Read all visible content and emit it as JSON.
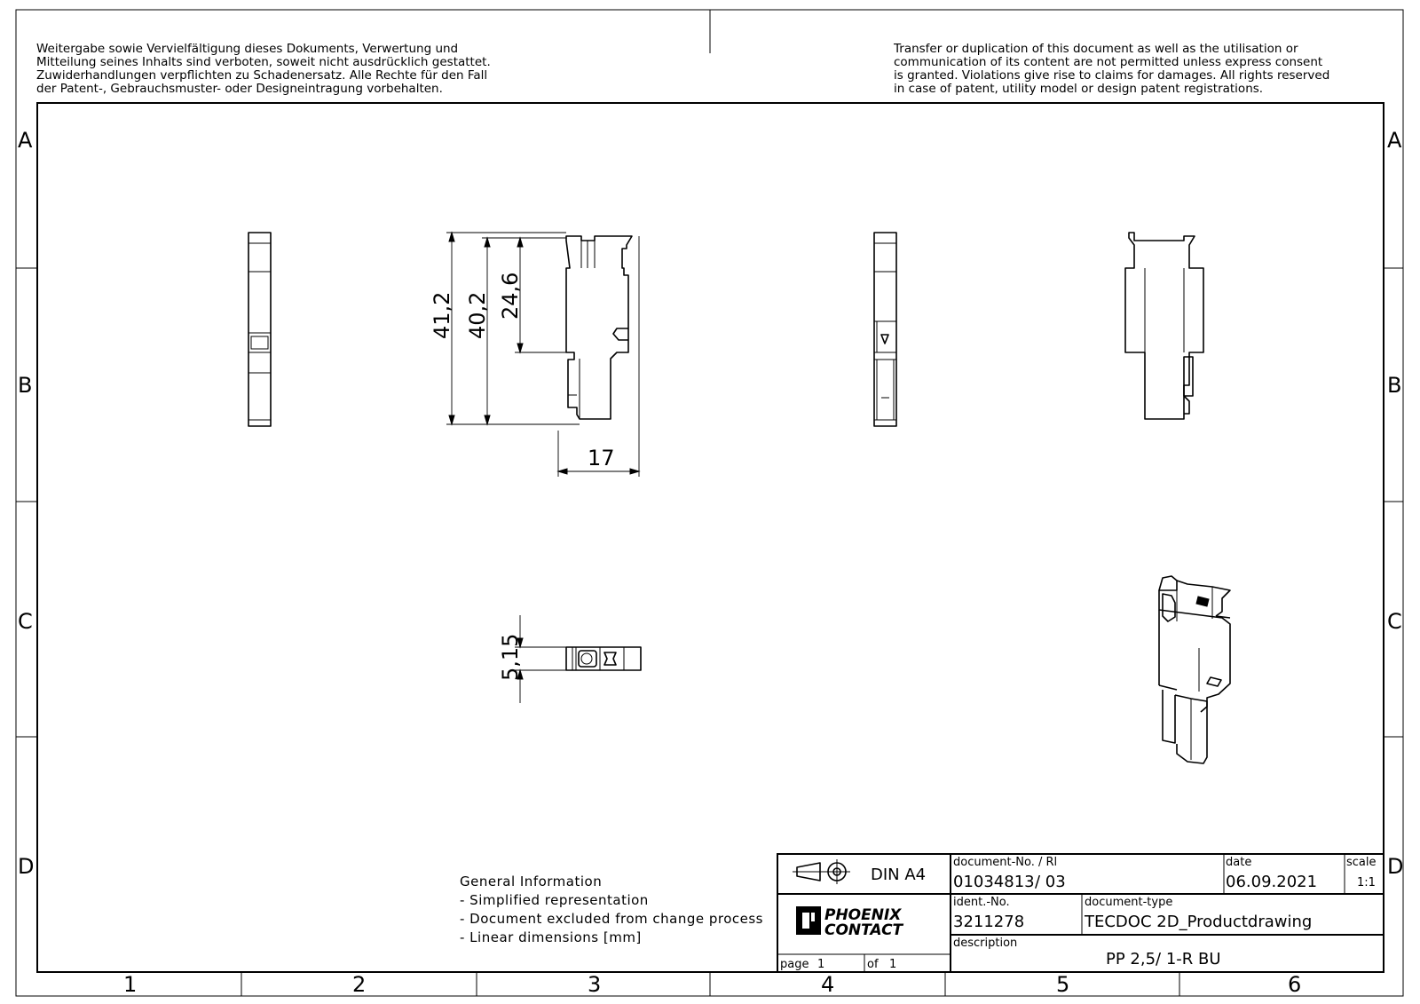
{
  "notice_de": [
    "Weitergabe sowie Vervielfältigung dieses Dokuments, Verwertung und",
    "Mitteilung seines Inhalts sind verboten, soweit nicht ausdrücklich gestattet.",
    "Zuwiderhandlungen verpflichten zu Schadenersatz. Alle Rechte für den Fall",
    "der Patent-, Gebrauchsmuster- oder Designeintragung vorbehalten."
  ],
  "notice_en": [
    "Transfer or duplication of this document as well as the utilisation or",
    "communication of its content are not permitted unless express consent",
    "is granted. Violations give rise to claims for damages. All rights reserved",
    "in case of patent, utility model or design patent registrations."
  ],
  "zones": {
    "rows": [
      "A",
      "B",
      "C",
      "D"
    ],
    "columns": [
      "1",
      "2",
      "3",
      "4",
      "5",
      "6"
    ]
  },
  "dimensions": {
    "overall_height": "41,2",
    "body_height": "40,2",
    "upper_height": "24,6",
    "width": "17",
    "thickness": "5,15"
  },
  "general_info": {
    "heading": "General Information",
    "items": [
      "- Simplified representation",
      "- Document excluded from change process",
      "- Linear dimensions [mm]"
    ]
  },
  "title_block": {
    "format": "DIN A4",
    "doc_no_label": "document-No. / Rl",
    "doc_no": "01034813",
    "revision": "/ 03",
    "date_label": "date",
    "date": "06.09.2021",
    "scale_label": "scale",
    "scale": "1:1",
    "ident_label": "ident.-No.",
    "ident": "3211278",
    "doc_type_label": "document-type",
    "doc_type": "TECDOC 2D_Productdrawing",
    "description_label": "description",
    "description": "PP 2,5/ 1-R BU",
    "page_label": "page",
    "page": "1",
    "of_label": "of",
    "of": "1",
    "logo_line1": "PHOENIX",
    "logo_line2": "CONTACT"
  }
}
